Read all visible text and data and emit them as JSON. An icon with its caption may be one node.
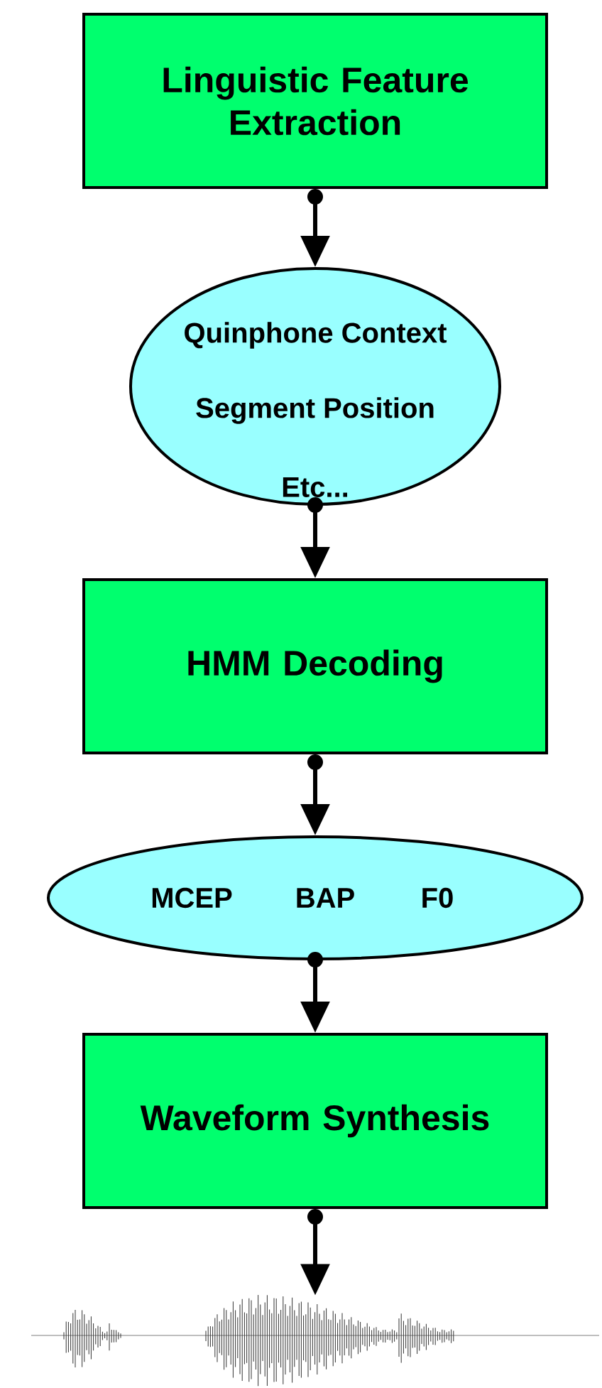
{
  "diagram": {
    "nodes": [
      {
        "text": [
          "Linguistic Feature Extraction"
        ]
      },
      {
        "text": [
          "Quinphone Context",
          "Segment Position",
          "Etc..."
        ]
      },
      {
        "text": [
          "HMM Decoding"
        ]
      },
      {
        "text": [
          "MCEP",
          "BAP",
          "F0"
        ]
      },
      {
        "text": [
          "Waveform Synthesis"
        ]
      },
      {
        "text": [],
        "shape": "picture"
      }
    ],
    "edges": [
      {
        "from": 0,
        "to": 1,
        "arrow": "to"
      },
      {
        "from": 1,
        "to": 2,
        "arrow": "to"
      },
      {
        "from": 2,
        "to": 3,
        "arrow": "to"
      },
      {
        "from": 3,
        "to": 4,
        "arrow": "to"
      },
      {
        "from": 4,
        "to": 5,
        "arrow": "to"
      }
    ]
  }
}
